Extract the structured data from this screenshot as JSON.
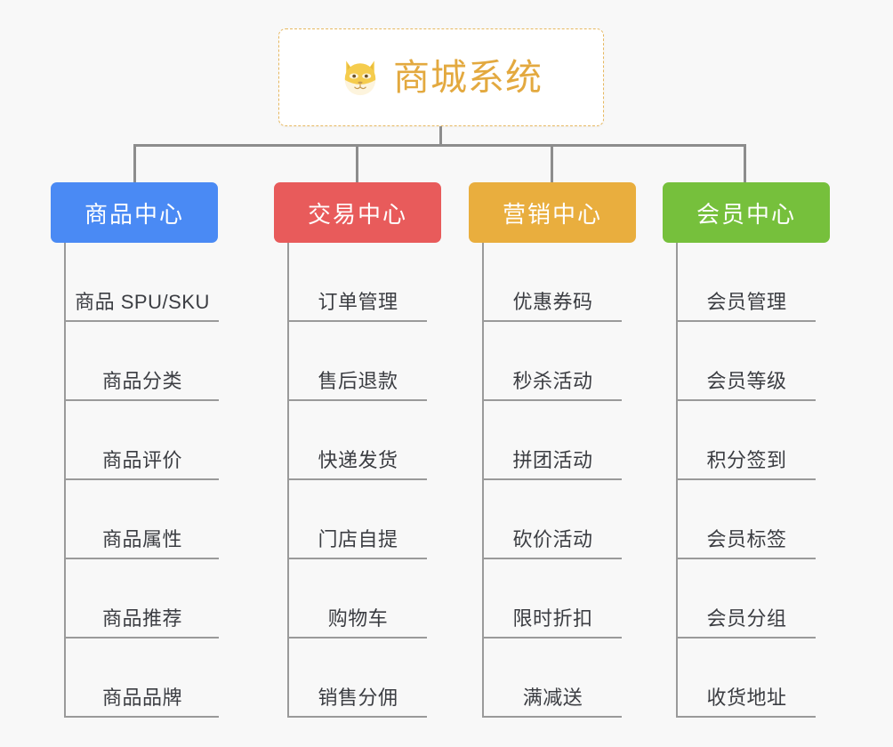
{
  "diagram": {
    "type": "org-chart",
    "background_color": "#f8f8f8",
    "root": {
      "label": "商城系统",
      "icon": "shiba-dog-face-icon",
      "text_color": "#e3a93f",
      "border_color": "#e7b860",
      "background_color": "#ffffff"
    },
    "connector_color": "#8d8d8d",
    "leaf_line_color": "#9a9a9a",
    "columns": [
      {
        "header": "商品中心",
        "color": "#4a8af4",
        "items": [
          "商品 SPU/SKU",
          "商品分类",
          "商品评价",
          "商品属性",
          "商品推荐",
          "商品品牌"
        ]
      },
      {
        "header": "交易中心",
        "color": "#e85b5b",
        "items": [
          "订单管理",
          "售后退款",
          "快递发货",
          "门店自提",
          "购物车",
          "销售分佣"
        ]
      },
      {
        "header": "营销中心",
        "color": "#e9ae3e",
        "items": [
          "优惠券码",
          "秒杀活动",
          "拼团活动",
          "砍价活动",
          "限时折扣",
          "满减送"
        ]
      },
      {
        "header": "会员中心",
        "color": "#76c03c",
        "items": [
          "会员管理",
          "会员等级",
          "积分签到",
          "会员标签",
          "会员分组",
          "收货地址"
        ]
      }
    ]
  }
}
